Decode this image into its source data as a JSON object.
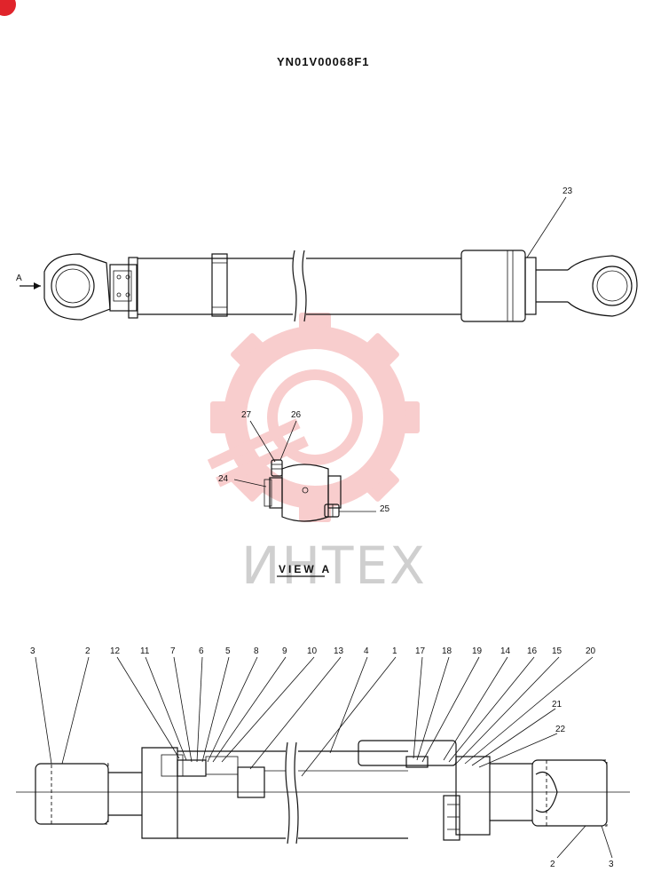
{
  "drawing": {
    "title": "YN01V00068F1",
    "view_label": "VIEW  A",
    "arrow_label": "A",
    "watermark_text": "ИНТЕХ",
    "watermark_color": "#f4a5a5",
    "badge_color": "#e0242b"
  },
  "callouts_top": [
    "23"
  ],
  "callouts_view": [
    "27",
    "26",
    "24",
    "25"
  ],
  "callouts_section": [
    "3",
    "2",
    "12",
    "11",
    "7",
    "6",
    "5",
    "8",
    "9",
    "10",
    "13",
    "4",
    "1",
    "17",
    "18",
    "19",
    "14",
    "16",
    "15",
    "20",
    "21",
    "22",
    "2",
    "3"
  ]
}
